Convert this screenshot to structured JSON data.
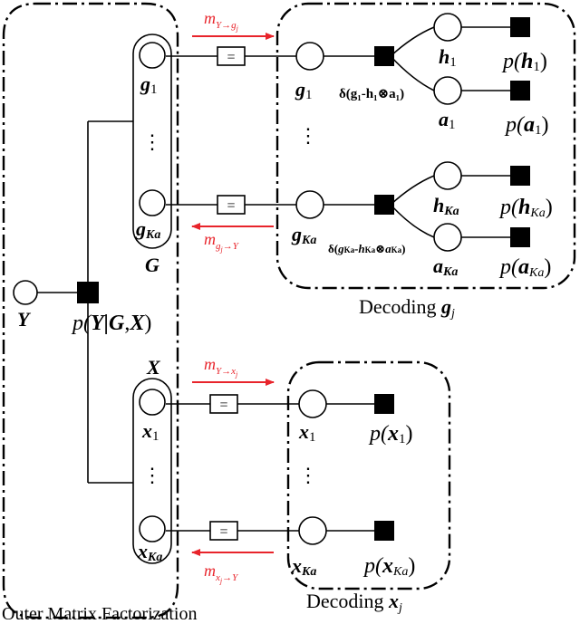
{
  "labels": {
    "g1": "g",
    "g_sub": "1",
    "gKa": "g",
    "Ka": "Ka",
    "G": "G",
    "Y": "Y",
    "X": "X",
    "x1": "x",
    "x_sub": "1",
    "xKa": "x",
    "h1": "h",
    "a1": "a",
    "hKa": "h",
    "aKa": "a",
    "eq": "=",
    "dots": "⋮"
  },
  "factors": {
    "pY_main": "p(",
    "pY_Y": "Y",
    "pY_bar": "|",
    "pY_G": "G",
    "pY_comma": ",",
    "pY_X": "X",
    "pY_close": ")",
    "p": "p(",
    "close": ")",
    "delta1": "δ(g₁-h₁⊗a₁)",
    "deltaKa_pre": "δ(",
    "deltaKa_g": "g",
    "deltaKa_h": "-h",
    "deltaKa_a": "⊗a",
    "deltaKa_close": ")"
  },
  "messages": {
    "m": "m",
    "to_g": "Y→g",
    "to_x": "Y→x",
    "gj": "g",
    "xj": "x",
    "j": "j",
    "arrowY": "→Y",
    "color": "#e8242b"
  },
  "regions": {
    "outer": "Outer Matrix Factorization",
    "decoding_g": "Decoding ",
    "decoding_g_var": "g",
    "decoding_x": "Decoding ",
    "decoding_x_var": "x",
    "j": "j"
  }
}
